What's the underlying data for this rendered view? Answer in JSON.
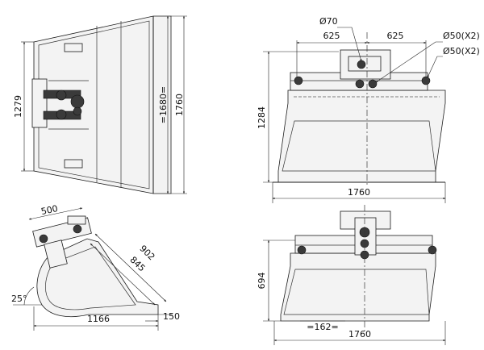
{
  "top_view": {
    "dim_height": "1279",
    "dim_inner_length": "=1680=",
    "dim_length": "1760"
  },
  "front_view": {
    "dim_pin_diameter": "Ø70",
    "dim_left_offset": "625",
    "dim_right_offset": "625",
    "dim_hole_a": "Ø50(X2)",
    "dim_hole_b": "Ø50(X2)",
    "dim_height": "1284",
    "dim_width": "1760"
  },
  "side_view": {
    "dim_top": "500",
    "dim_outer": "902",
    "dim_inner": "845",
    "dim_angle": "25°",
    "dim_length": "1166",
    "dim_lip": "150"
  },
  "rear_view": {
    "dim_height": "694",
    "dim_slot": "=162=",
    "dim_width": "1760"
  }
}
